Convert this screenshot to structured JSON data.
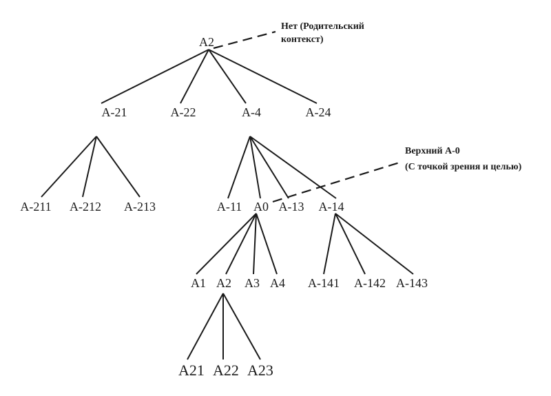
{
  "nodes": {
    "a2": "A2",
    "a21": "A-21",
    "a22": "A-22",
    "a4": "A-4",
    "a24": "A-24",
    "a211": "A-211",
    "a212": "A-212",
    "a213": "A-213",
    "a11": "A-11",
    "a0": "A0",
    "a13": "A-13",
    "a14": "A-14",
    "b1": "A1",
    "b2": "A2",
    "b3": "A3",
    "b4": "A4",
    "a141": "A-141",
    "a142": "A-142",
    "a143": "A-143",
    "c21": "A21",
    "c22": "A22",
    "c23": "A23"
  },
  "notes": {
    "top_line1": "Нет (Родительский",
    "top_line2": "контекст)",
    "mid_line1": "Верхний А-0",
    "mid_line2": "(С точкой зрения и целью)"
  }
}
